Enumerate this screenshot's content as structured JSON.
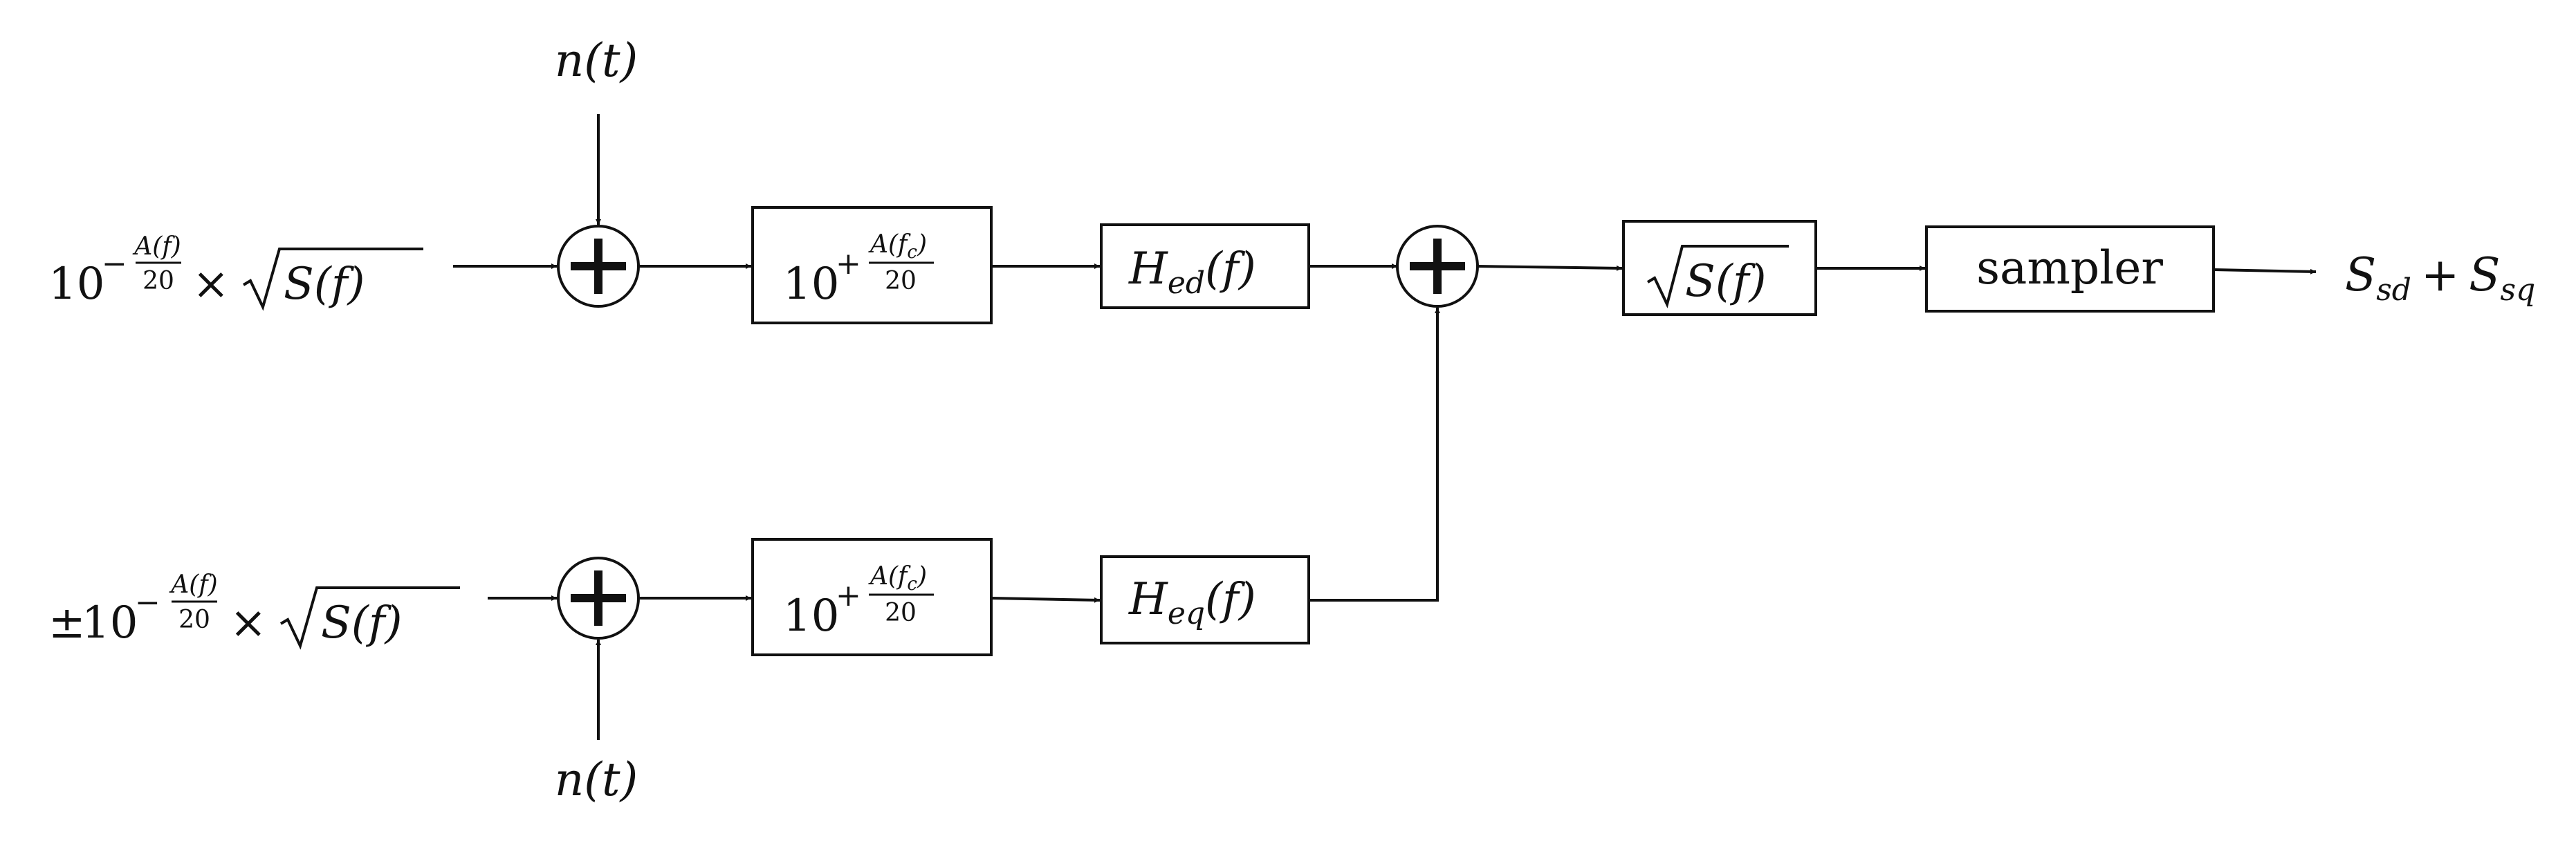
{
  "diagram": {
    "inputs": {
      "top": {
        "base": "10",
        "exp_sign": "−",
        "exp_num": "A(f)",
        "exp_den": "20",
        "times": "×",
        "sqrt_arg": "S(f)"
      },
      "bottom": {
        "prefix": "±",
        "base": "10",
        "exp_sign": "−",
        "exp_num": "A(f)",
        "exp_den": "20",
        "times": "×",
        "sqrt_arg": "S(f)"
      }
    },
    "noise": {
      "top": "n(t)",
      "bottom": "n(t)"
    },
    "gain_blocks": {
      "top": {
        "base": "10",
        "exp_sign": "+",
        "num_main": "A(f",
        "num_sub": "c",
        "num_end": ")",
        "den": "20"
      },
      "bottom": {
        "base": "10",
        "exp_sign": "+",
        "num_main": "A(f",
        "num_sub": "c",
        "num_end": ")",
        "den": "20"
      }
    },
    "filters": {
      "ed": {
        "main": "H",
        "sub": "ed",
        "arg": "(f)"
      },
      "eq": {
        "main": "H",
        "sub": "eq",
        "arg": "(f)"
      }
    },
    "sqrt_block": {
      "arg": "S(f)"
    },
    "sampler": {
      "label": "sampler"
    },
    "output": {
      "t1_main": "S",
      "t1_sub": "sd",
      "plus": "+",
      "t2_main": "S",
      "t2_sub": "sq"
    }
  }
}
